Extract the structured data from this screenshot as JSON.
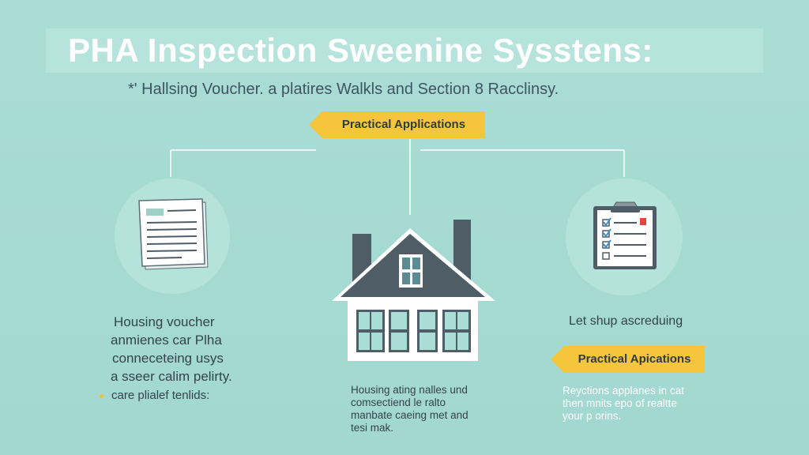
{
  "header": {
    "title": "PHA Inspection Sweenine Sysstens:",
    "subtitle": "*' Hallsing Voucher. a platires Walkls and Section 8 Racclinsy."
  },
  "ribbons": {
    "top_label": "Practical Applications",
    "right_label": "Practical Apications"
  },
  "left_panel": {
    "icon": "document-icon",
    "lines": [
      "Housing voucher",
      "anmienes car Plha",
      "conneceteing usys",
      "a sseer calim pelirty."
    ],
    "bullet": "care plialef tenlids:"
  },
  "center_panel": {
    "icon": "house-icon",
    "lines": [
      "Housing ating nalles und",
      "comsectiend le ralto",
      "manbate caeing met and",
      "tesi mak."
    ]
  },
  "right_panel": {
    "icon": "clipboard-checklist-icon",
    "top_text": "Let shup ascreduing",
    "lines": [
      "Reyctions applanes in cat",
      "then mnits epo of realtte",
      "your p orins."
    ]
  },
  "colors": {
    "background": "#a6dbd3",
    "accent": "#f5c63c",
    "house": "#4e5d66",
    "text_dark": "#33444c"
  }
}
